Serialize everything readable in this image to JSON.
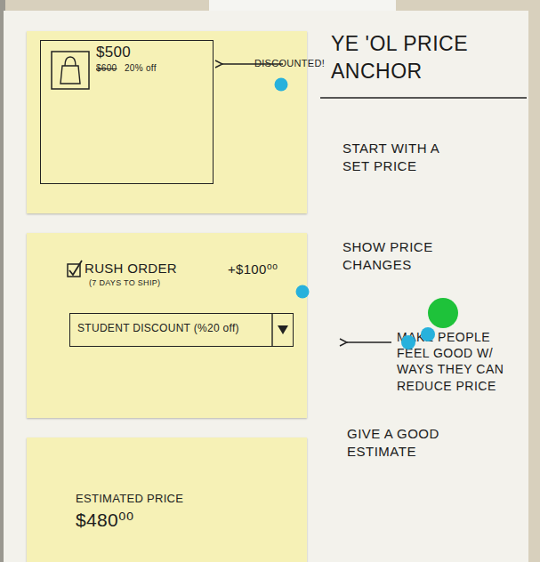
{
  "diagram": {
    "title": "YE 'OL PRICE ANCHOR",
    "nodes": [
      {
        "text": [
          "DISCOUNTED!"
        ]
      },
      {
        "text": [
          "$500",
          "$600",
          "20% off"
        ],
        "in": 0
      },
      {
        "text": [
          "RUSH ORDER",
          "(7 DAYS TO SHIP)",
          "+$100⁰⁰"
        ]
      },
      {
        "text": [
          "STUDENT DISCOUNT (%20 off)"
        ],
        "in": 2
      },
      {
        "text": [
          "ESTIMATED PRICE",
          "$480⁰⁰"
        ]
      }
    ],
    "labels": [
      "START WITH A SET PRICE",
      "SHOW PRICE CHANGES",
      "MAKE PEOPLE FEEL GOOD W/ WAYS THEY CAN REDUCE PRICE",
      "GIVE A GOOD ESTIMATE"
    ]
  }
}
